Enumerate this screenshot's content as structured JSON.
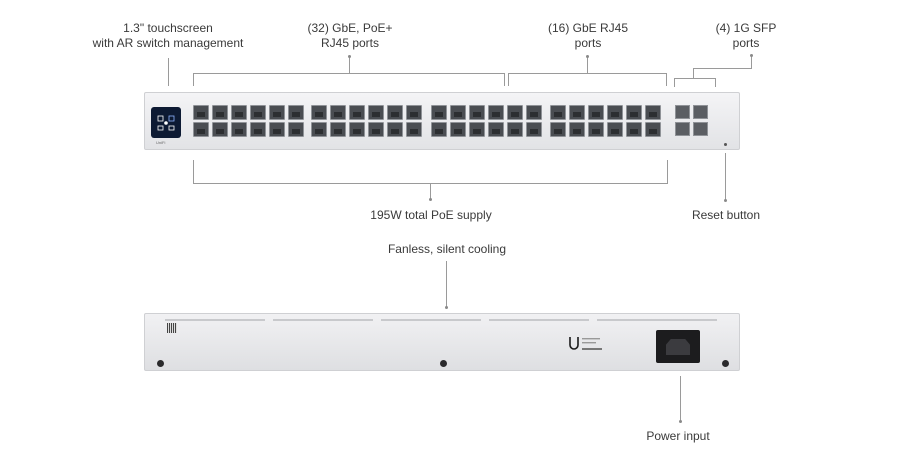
{
  "callouts": {
    "touchscreen": [
      "1.3\" touchscreen",
      "with AR switch management"
    ],
    "poe_ports": [
      "(32) GbE, PoE+",
      "RJ45 ports"
    ],
    "rj45_ports": [
      "(16) GbE RJ45",
      "ports"
    ],
    "sfp_ports": [
      "(4) 1G SFP",
      "ports"
    ],
    "poe_supply": "195W total PoE supply",
    "reset": "Reset button",
    "cooling": "Fanless, silent cooling",
    "power": "Power input"
  },
  "device": {
    "poe_port_count": 32,
    "rj45_port_count": 16,
    "sfp_port_count": 4,
    "brand_mark": "UniFi",
    "rear_screw_count": 3
  },
  "colors": {
    "chassis": "#e6e7ea",
    "port": "#4a4d52",
    "screen": "#0d1a33",
    "leader_line": "#9a9a9a"
  }
}
